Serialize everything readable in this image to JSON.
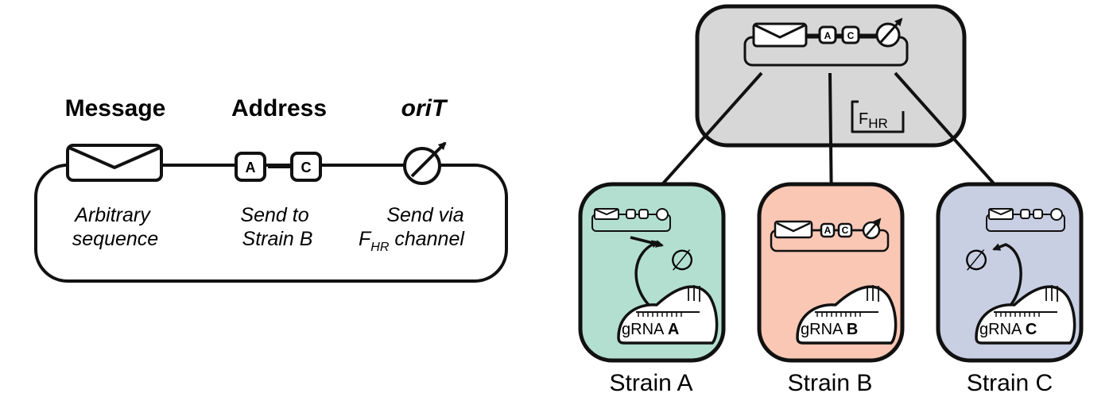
{
  "legend": {
    "headers": {
      "message": "Message",
      "address": "Address",
      "orit": "oriT"
    },
    "address_letters": [
      "A",
      "C"
    ],
    "descriptions": {
      "message_line1": "Arbitrary",
      "message_line2": "sequence",
      "address_line1": "Send to",
      "address_line2": "Strain B",
      "orit_line1": "Send via",
      "orit_f": "F",
      "orit_sub": "HR",
      "orit_suffix": " channel"
    }
  },
  "donor": {
    "address_letters": [
      "A",
      "C"
    ],
    "plasmid_f": "F",
    "plasmid_sub": "HR",
    "color": "#d7d7d7"
  },
  "strains": [
    {
      "label": "Strain A",
      "grna_prefix": "gRNA ",
      "grna_letter": "A",
      "color": "#b3dfd0",
      "outcome": "degraded"
    },
    {
      "label": "Strain B",
      "grna_prefix": "gRNA ",
      "grna_letter": "B",
      "color": "#f9c7b4",
      "outcome": "kept"
    },
    {
      "label": "Strain C",
      "grna_prefix": "gRNA ",
      "grna_letter": "C",
      "color": "#c8cfe3",
      "outcome": "degraded"
    }
  ],
  "empty_set_symbol": "∅"
}
